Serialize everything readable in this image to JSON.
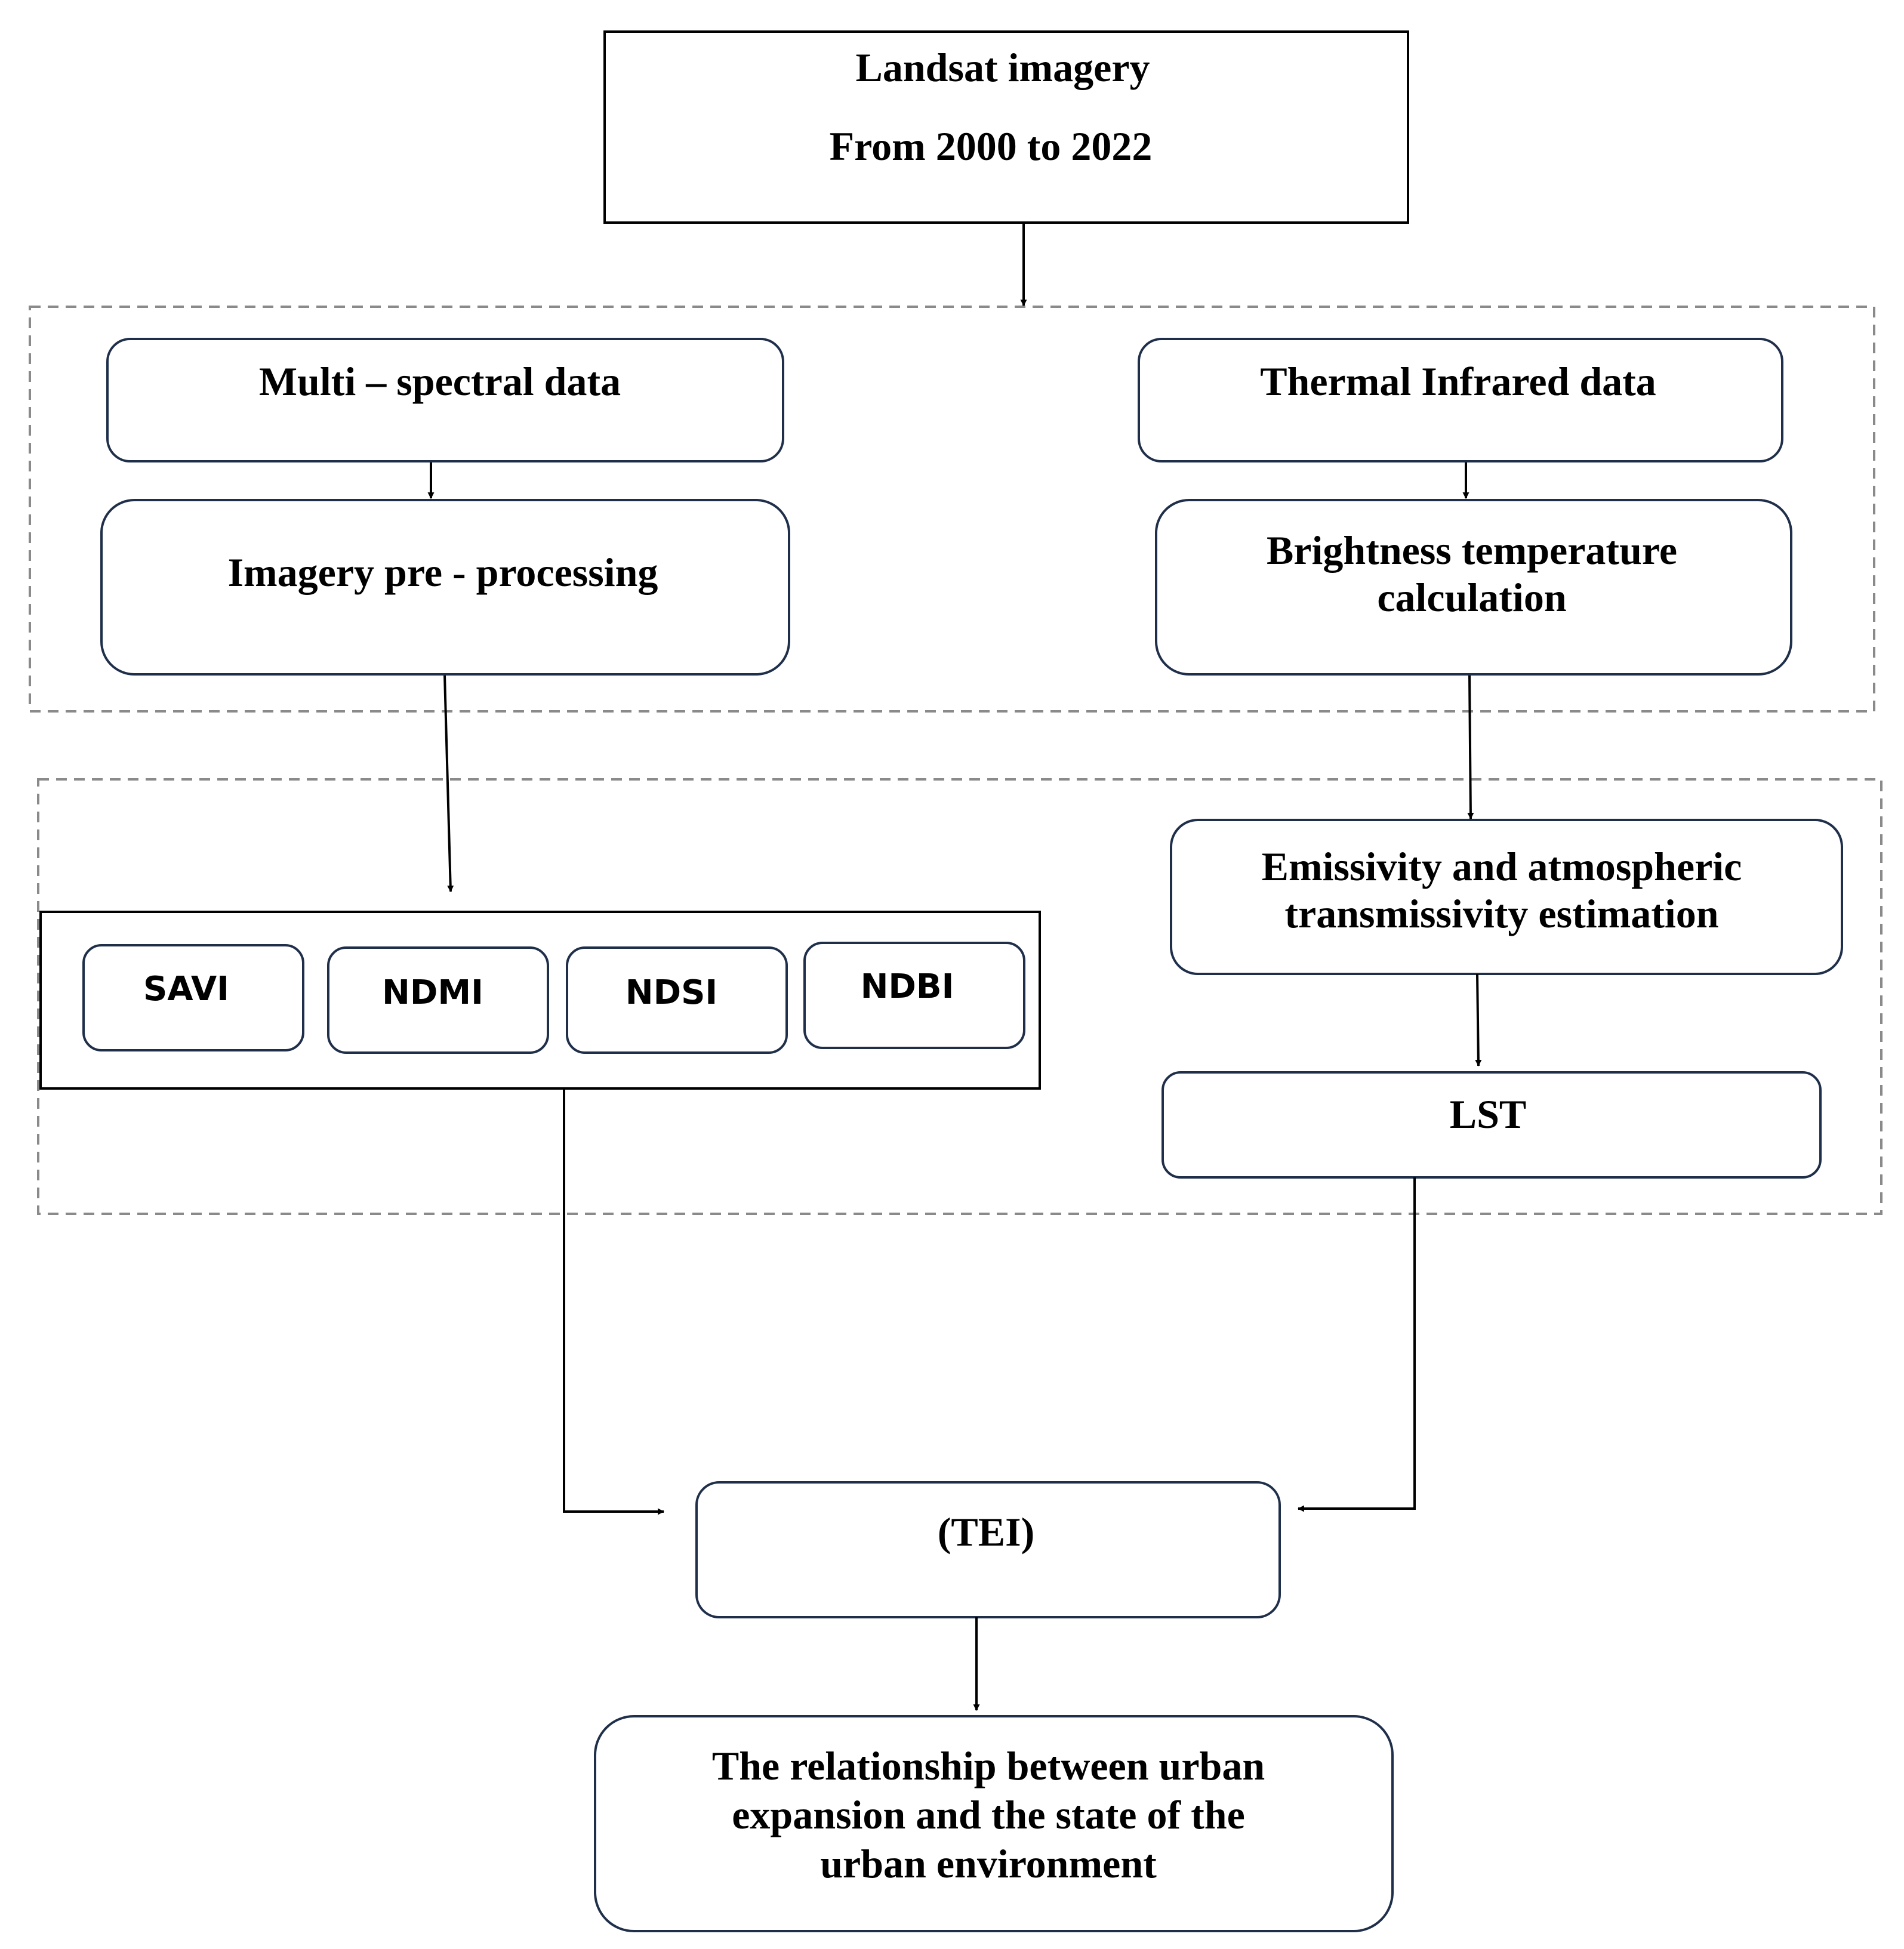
{
  "nodes": {
    "landsat": {
      "line1": "Landsat imagery",
      "line2": "From 2000 to 2022"
    },
    "multispectral": {
      "label": "Multi – spectral data"
    },
    "thermal": {
      "label": "Thermal Infrared data"
    },
    "preprocessing": {
      "label": "Imagery pre - processing"
    },
    "brightness": {
      "line1": "Brightness temperature",
      "line2": "calculation"
    },
    "emissivity": {
      "line1": "Emissivity and atmospheric",
      "line2": "transmissivity estimation"
    },
    "savi": {
      "label": "SAVI"
    },
    "ndmi": {
      "label": "NDMI"
    },
    "ndsi": {
      "label": "NDSI"
    },
    "ndbi": {
      "label": "NDBI"
    },
    "lst": {
      "label": "LST"
    },
    "tei": {
      "label": "(TEI)"
    },
    "relationship": {
      "line1": "The relationship between urban",
      "line2": "expansion and the state of the",
      "line3": "urban environment"
    }
  },
  "colors": {
    "box_stroke": "#1f2f4a",
    "rect_stroke": "#000000",
    "dash_stroke": "#8a8a8a",
    "arrow": "#000000",
    "text": "#000000"
  }
}
